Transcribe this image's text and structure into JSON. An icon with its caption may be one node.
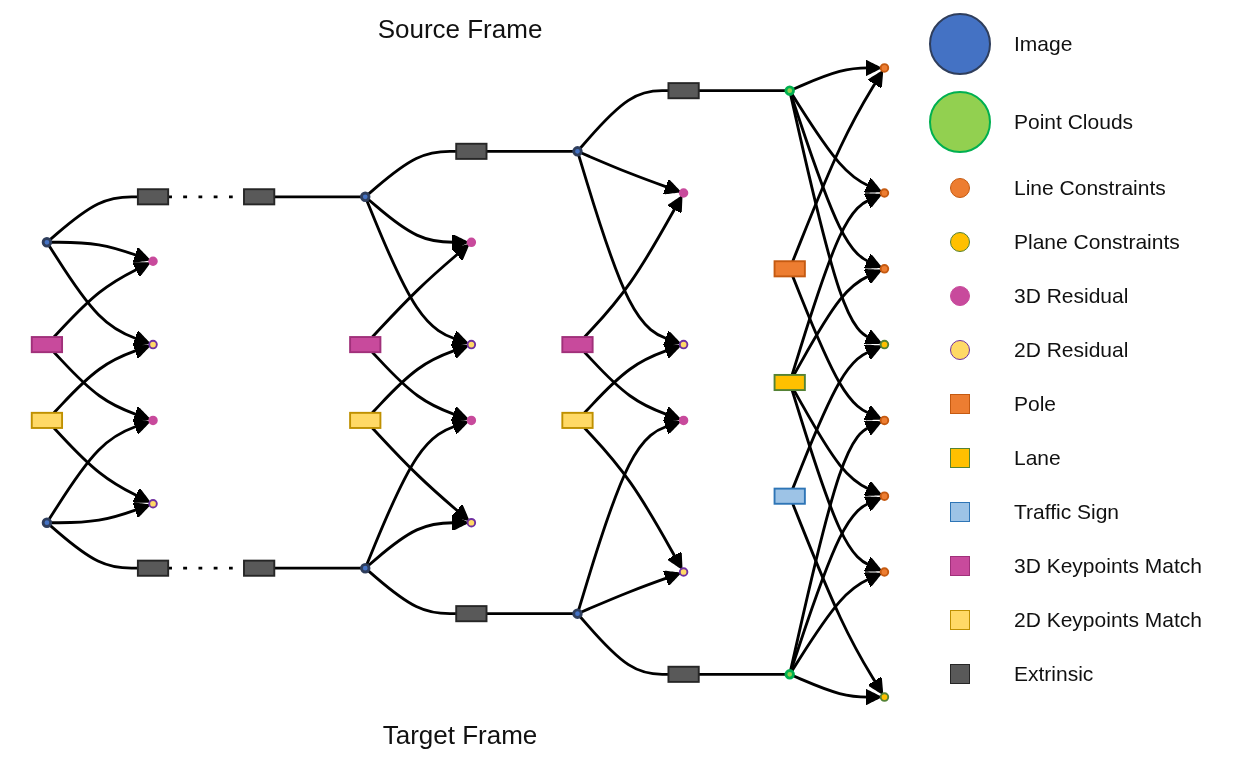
{
  "diagram": {
    "nodes": [
      {
        "text": [],
        "shape": "circle"
      },
      {
        "text": [],
        "shape": "box"
      },
      {
        "text": [],
        "shape": "box"
      },
      {
        "text": [],
        "shape": "circle"
      },
      {
        "text": [],
        "shape": "box"
      },
      {
        "text": [],
        "shape": "circle"
      },
      {
        "text": [],
        "shape": "box"
      },
      {
        "text": [],
        "shape": "circle"
      },
      {
        "text": [],
        "shape": "circle"
      },
      {
        "text": [],
        "shape": "circle"
      },
      {
        "text": [],
        "shape": "circle"
      },
      {
        "text": [],
        "shape": "circle"
      },
      {
        "text": [],
        "shape": "circle"
      },
      {
        "text": [],
        "shape": "circle"
      },
      {
        "text": [],
        "shape": "circle"
      },
      {
        "text": [],
        "shape": "circle"
      },
      {
        "text": [],
        "shape": "circle"
      },
      {
        "text": [],
        "shape": "circle"
      },
      {
        "text": [],
        "shape": "box"
      },
      {
        "text": [],
        "shape": "box"
      },
      {
        "text": [],
        "shape": "box"
      },
      {
        "text": [],
        "shape": "box"
      },
      {
        "text": [],
        "shape": "box"
      },
      {
        "text": [],
        "shape": "box"
      },
      {
        "text": [],
        "shape": "box"
      },
      {
        "text": [],
        "shape": "box"
      },
      {
        "text": [],
        "shape": "box"
      },
      {
        "text": [],
        "shape": "circle"
      },
      {
        "text": [],
        "shape": "circle"
      },
      {
        "text": [],
        "shape": "circle"
      },
      {
        "text": [],
        "shape": "circle"
      },
      {
        "text": [],
        "shape": "circle"
      },
      {
        "text": [],
        "shape": "circle"
      },
      {
        "text": [],
        "shape": "circle"
      },
      {
        "text": [],
        "shape": "circle"
      },
      {
        "text": [],
        "shape": "circle"
      },
      {
        "text": [],
        "shape": "circle"
      },
      {
        "text": [],
        "shape": "circle"
      },
      {
        "text": [],
        "shape": "box"
      },
      {
        "text": [],
        "shape": "box"
      },
      {
        "text": [],
        "shape": "circle"
      },
      {
        "text": [],
        "shape": "box"
      },
      {
        "text": [],
        "shape": "circle"
      },
      {
        "text": [],
        "shape": "box"
      },
      {
        "text": [],
        "shape": "circle"
      }
    ],
    "edges": [
      {
        "from": 0,
        "to": 1,
        "arrow": "none"
      },
      {
        "from": 1,
        "to": 2,
        "arrow": "none",
        "style": "dashed"
      },
      {
        "from": 2,
        "to": 3,
        "arrow": "none"
      },
      {
        "from": 3,
        "to": 4,
        "arrow": "none"
      },
      {
        "from": 4,
        "to": 5,
        "arrow": "none"
      },
      {
        "from": 5,
        "to": 6,
        "arrow": "none"
      },
      {
        "from": 6,
        "to": 7,
        "arrow": "none"
      },
      {
        "from": 0,
        "to": 8,
        "arrow": "to"
      },
      {
        "from": 0,
        "to": 9,
        "arrow": "to"
      },
      {
        "from": 3,
        "to": 10,
        "arrow": "to"
      },
      {
        "from": 3,
        "to": 11,
        "arrow": "to"
      },
      {
        "from": 5,
        "to": 12,
        "arrow": "to"
      },
      {
        "from": 5,
        "to": 13,
        "arrow": "to"
      },
      {
        "from": 7,
        "to": 14,
        "arrow": "to"
      },
      {
        "from": 7,
        "to": 15,
        "arrow": "to"
      },
      {
        "from": 7,
        "to": 16,
        "arrow": "to"
      },
      {
        "from": 7,
        "to": 17,
        "arrow": "to"
      },
      {
        "from": 18,
        "to": 8,
        "arrow": "to"
      },
      {
        "from": 18,
        "to": 27,
        "arrow": "to"
      },
      {
        "from": 19,
        "to": 9,
        "arrow": "to"
      },
      {
        "from": 19,
        "to": 28,
        "arrow": "to"
      },
      {
        "from": 20,
        "to": 10,
        "arrow": "to"
      },
      {
        "from": 20,
        "to": 29,
        "arrow": "to"
      },
      {
        "from": 21,
        "to": 11,
        "arrow": "to"
      },
      {
        "from": 21,
        "to": 30,
        "arrow": "to"
      },
      {
        "from": 22,
        "to": 12,
        "arrow": "to"
      },
      {
        "from": 22,
        "to": 31,
        "arrow": "to"
      },
      {
        "from": 23,
        "to": 13,
        "arrow": "to"
      },
      {
        "from": 23,
        "to": 32,
        "arrow": "to"
      },
      {
        "from": 24,
        "to": 14,
        "arrow": "to"
      },
      {
        "from": 24,
        "to": 33,
        "arrow": "to"
      },
      {
        "from": 25,
        "to": 15,
        "arrow": "to"
      },
      {
        "from": 25,
        "to": 16,
        "arrow": "to"
      },
      {
        "from": 25,
        "to": 34,
        "arrow": "to"
      },
      {
        "from": 25,
        "to": 35,
        "arrow": "to"
      },
      {
        "from": 26,
        "to": 17,
        "arrow": "to"
      },
      {
        "from": 26,
        "to": 36,
        "arrow": "to"
      },
      {
        "from": 37,
        "to": 27,
        "arrow": "to"
      },
      {
        "from": 37,
        "to": 28,
        "arrow": "to"
      },
      {
        "from": 40,
        "to": 29,
        "arrow": "to"
      },
      {
        "from": 40,
        "to": 30,
        "arrow": "to"
      },
      {
        "from": 42,
        "to": 31,
        "arrow": "to"
      },
      {
        "from": 42,
        "to": 32,
        "arrow": "to"
      },
      {
        "from": 44,
        "to": 33,
        "arrow": "to"
      },
      {
        "from": 44,
        "to": 34,
        "arrow": "to"
      },
      {
        "from": 44,
        "to": 35,
        "arrow": "to"
      },
      {
        "from": 44,
        "to": 36,
        "arrow": "to"
      },
      {
        "from": 37,
        "to": 38,
        "arrow": "none"
      },
      {
        "from": 38,
        "to": 39,
        "arrow": "none",
        "style": "dashed"
      },
      {
        "from": 39,
        "to": 40,
        "arrow": "none"
      },
      {
        "from": 40,
        "to": 41,
        "arrow": "none"
      },
      {
        "from": 41,
        "to": 42,
        "arrow": "none"
      },
      {
        "from": 42,
        "to": 43,
        "arrow": "none"
      },
      {
        "from": 43,
        "to": 44,
        "arrow": "none"
      }
    ],
    "labels": [
      "Source Frame",
      "Target Frame"
    ],
    "legend": [
      {
        "text": "Image",
        "color": "#4472c4"
      },
      {
        "text": "Point Clouds",
        "color": "#92d050"
      },
      {
        "text": "Line Constraints",
        "color": "#ed7d31"
      },
      {
        "text": "Plane Constraints",
        "color": "#ffc000"
      },
      {
        "text": "3D Residual",
        "color": "#c84a9c"
      },
      {
        "text": "2D Residual",
        "color": "#ffd966"
      },
      {
        "text": "Pole",
        "color": "#ed7d31"
      },
      {
        "text": "Lane",
        "color": "#ffc000"
      },
      {
        "text": "Traffic Sign",
        "color": "#9dc3e6"
      },
      {
        "text": "3D Keypoints Match",
        "color": "#c84a9c"
      },
      {
        "text": "2D Keypoints Match",
        "color": "#ffd966"
      },
      {
        "text": "Extrinsic",
        "color": "#595959"
      }
    ]
  }
}
